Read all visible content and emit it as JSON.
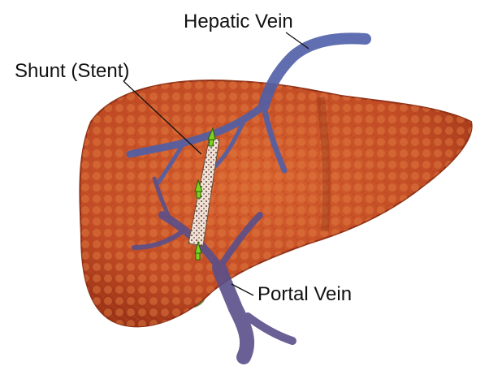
{
  "labels": {
    "hepatic_vein": "Hepatic Vein",
    "shunt": "Shunt (Stent)",
    "portal_vein": "Portal Vein"
  },
  "colors": {
    "liver": "#c9512a",
    "liver_dark": "#a83a1c",
    "vein": "#4f5fa8",
    "portal": "#5a4f8a",
    "gallbladder": "#5f7a3a",
    "stent": "#e8d8c8",
    "arrow": "#7ed321"
  },
  "icons": {
    "flow_arrow": "arrow-up-icon"
  }
}
